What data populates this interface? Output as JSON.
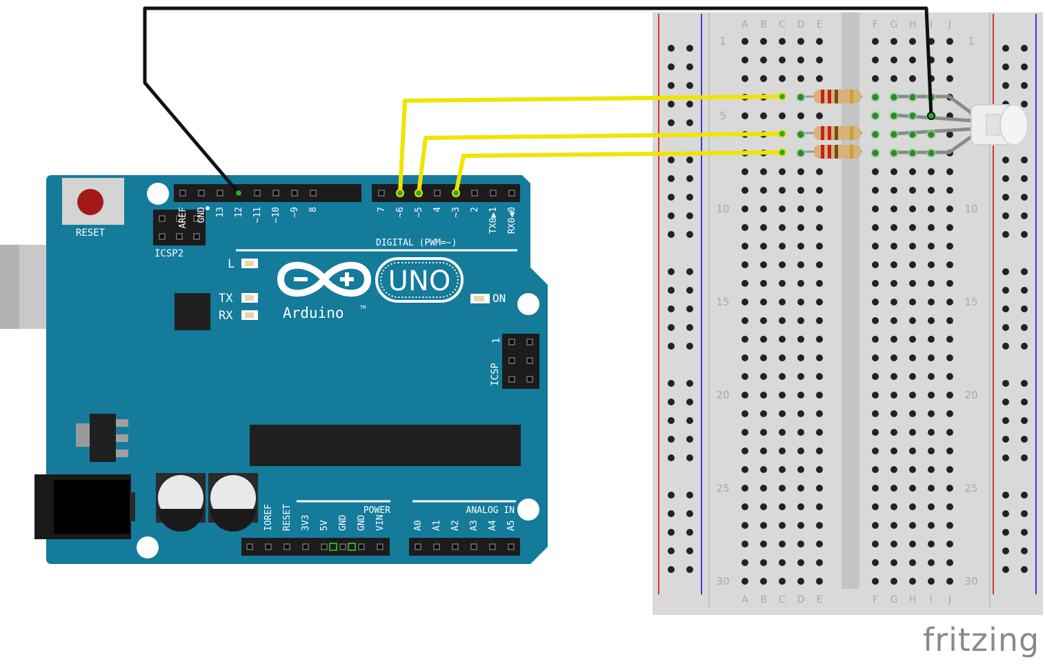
{
  "brand": "fritzing",
  "board": {
    "reset_label": "RESET",
    "icsp2_label": "ICSP2",
    "icsp_label": "ICSP",
    "icsp_pin1": "1",
    "digital_label": "DIGITAL (PWM=~)",
    "power_label": "POWER",
    "analog_label": "ANALOG IN",
    "led_l": "L",
    "led_tx": "TX",
    "led_rx": "RX",
    "led_on": "ON",
    "logo_text": "Arduino",
    "logo_tm": "TM",
    "model": "UNO",
    "header_left_pins": [
      "AREF",
      "GND",
      "13",
      "12",
      "~11",
      "~10",
      "~9",
      "8"
    ],
    "header_right_pins": [
      "7",
      "~6",
      "~5",
      "4",
      "~3",
      "2",
      "TX0▶1",
      "RX0◀0"
    ],
    "power_pins": [
      "IOREF",
      "RESET",
      "3V3",
      "5V",
      "GND",
      "GND",
      "VIN"
    ],
    "analog_pins": [
      "A0",
      "A1",
      "A2",
      "A3",
      "A4",
      "A5"
    ]
  },
  "breadboard": {
    "cols_left": [
      "A",
      "B",
      "C",
      "D",
      "E"
    ],
    "cols_right": [
      "F",
      "G",
      "H",
      "I",
      "J"
    ],
    "row_numbers": [
      "1",
      "5",
      "10",
      "15",
      "20",
      "25",
      "30"
    ]
  },
  "colors": {
    "board": "#147b9b",
    "wire_signal": "#f0e400",
    "wire_ground": "#111111",
    "breadboard": "#d9d9d9",
    "rail_red": "#d93030",
    "rail_blue": "#3b3bd4"
  }
}
